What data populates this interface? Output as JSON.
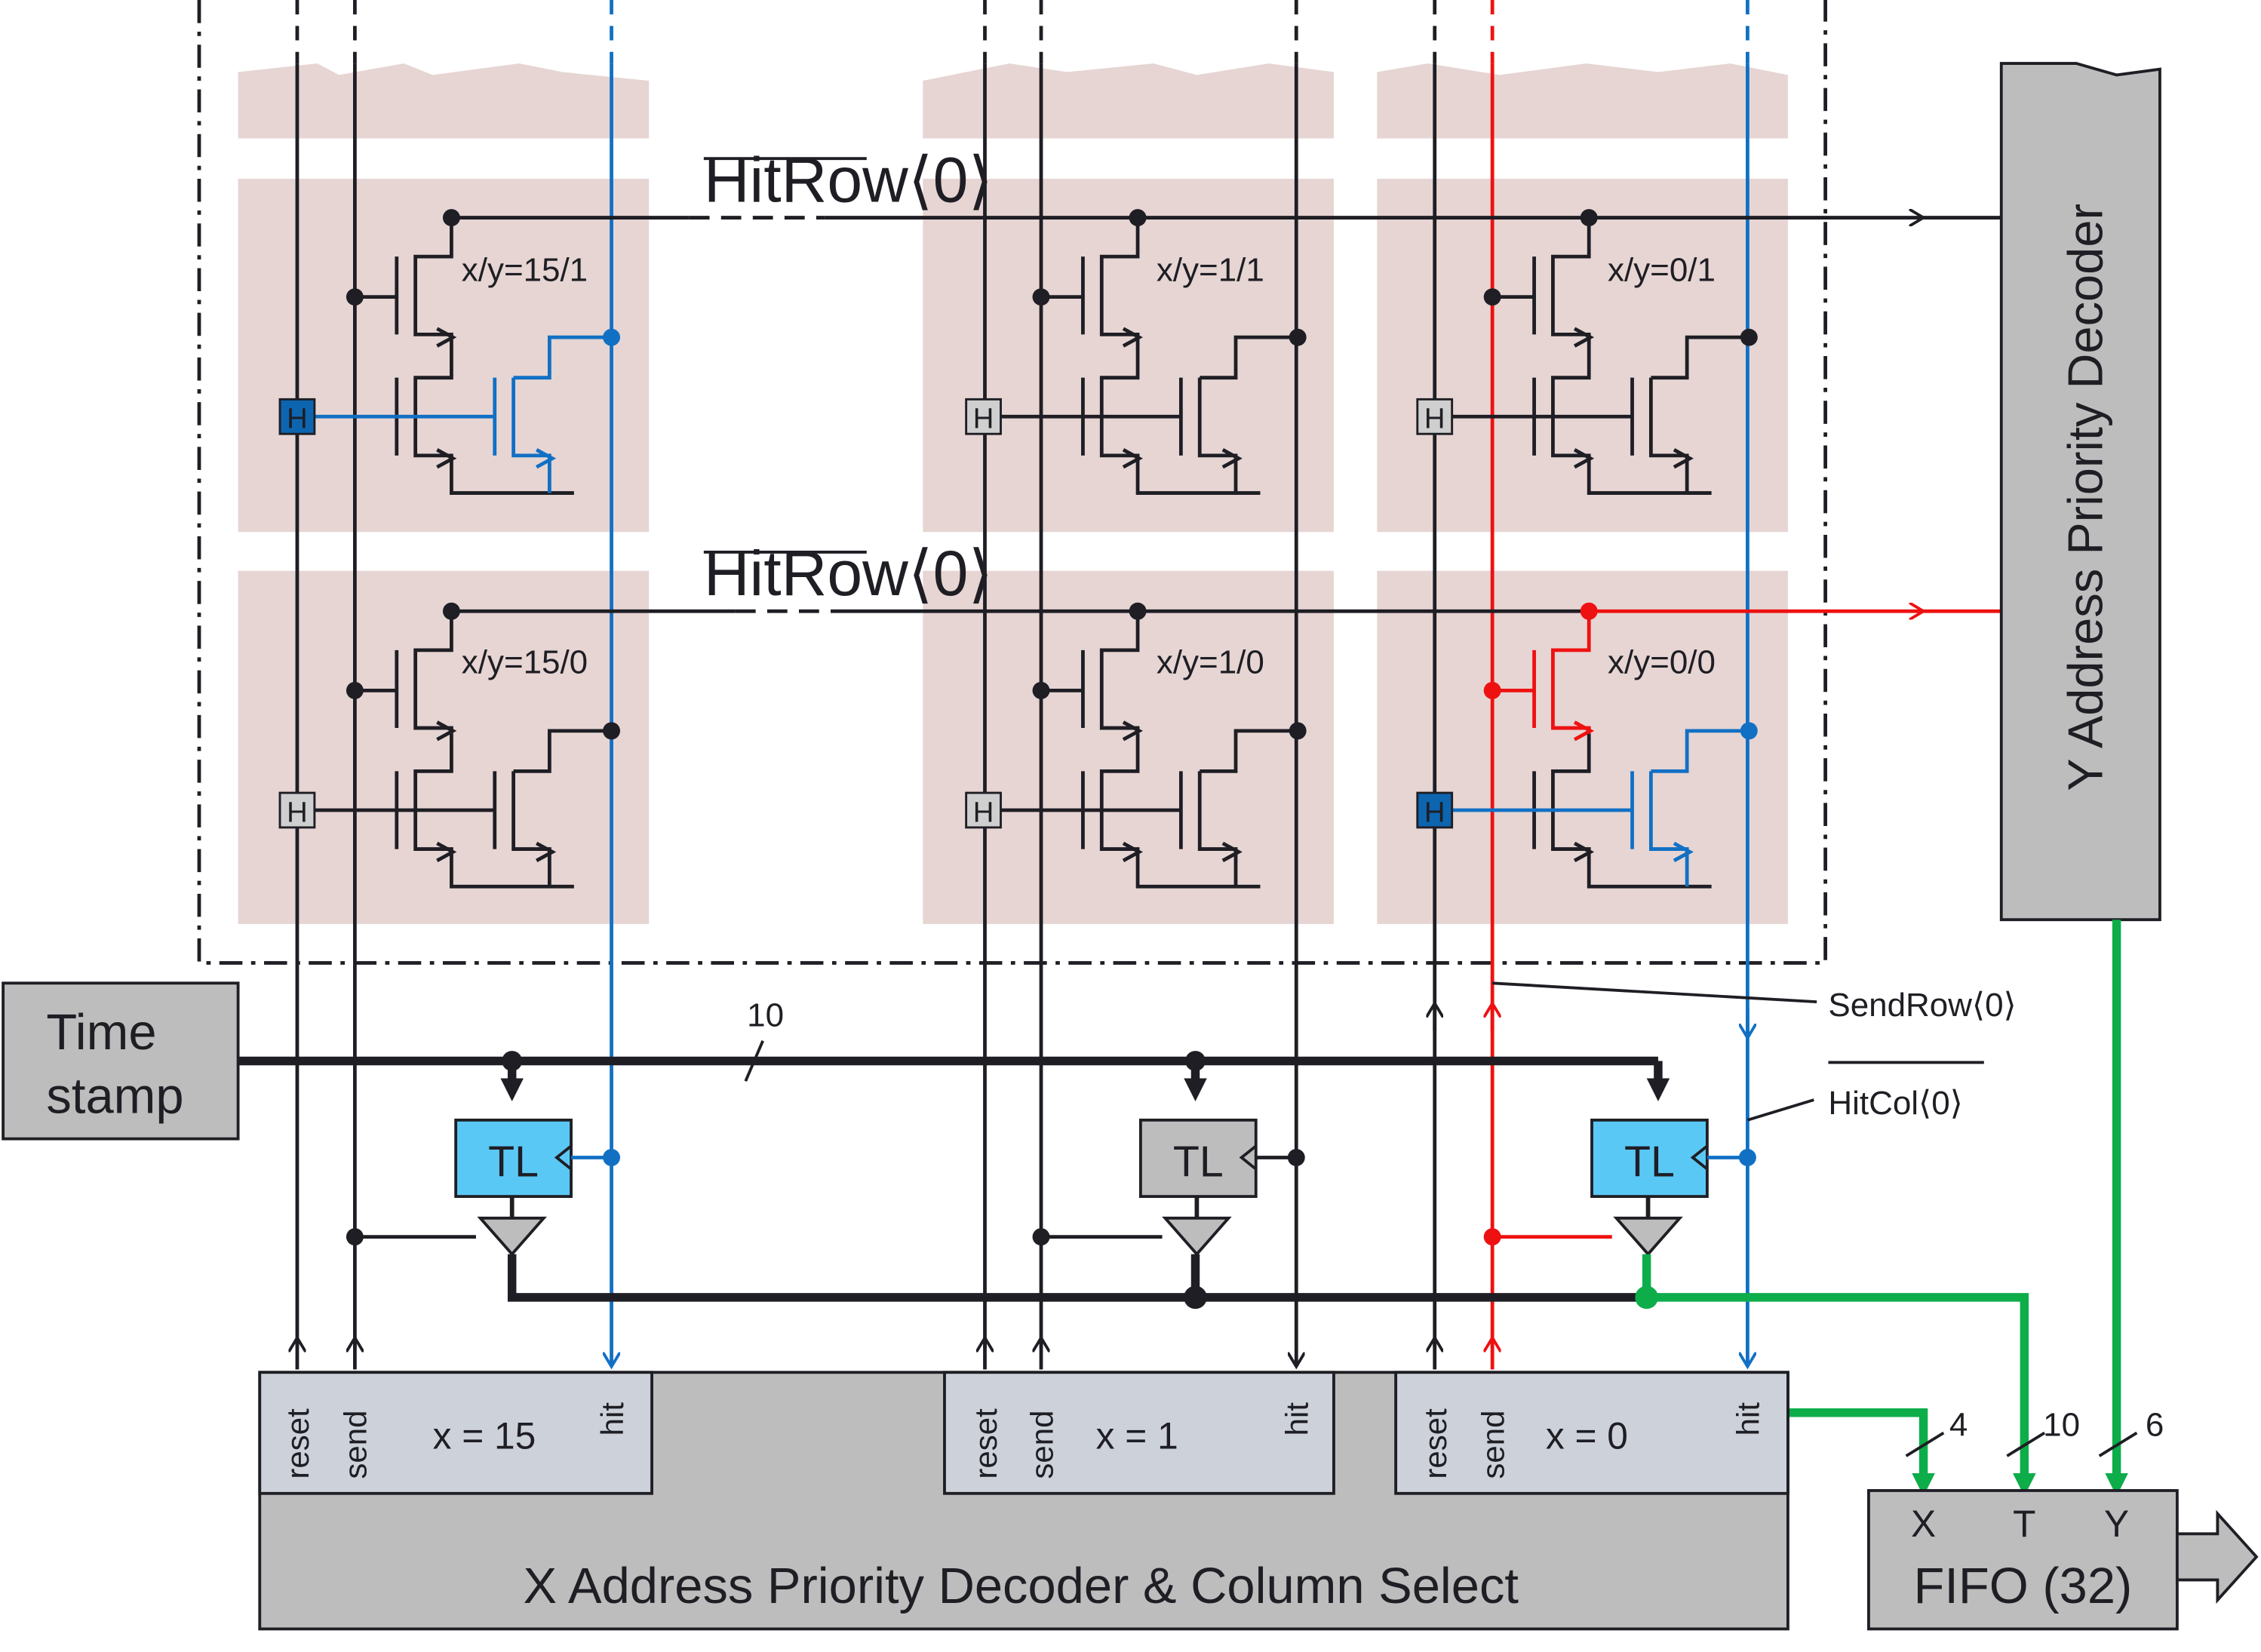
{
  "colors": {
    "wire": "#1e1e24",
    "hit_path": "#1170c4",
    "send_path": "#ee1111",
    "data_path": "#0dad4a",
    "pixel_bg": "#e6d5d3",
    "block_gray": "#bdbdbd",
    "sub_block": "#cdd2da",
    "tl_active": "#5ac8f5",
    "hit_marker_active": "#0d65b0",
    "hit_marker_idle": "#cfcfcf"
  },
  "labels": {
    "hitrow_top": "HitRow⟨0⟩",
    "hitrow_bottom": "HitRow⟨0⟩",
    "sendrow": "SendRow⟨0⟩",
    "hitcol": "HitCol⟨0⟩",
    "bus_width_timestamp": "10"
  },
  "pixels": [
    {
      "label": "x/y=15/1"
    },
    {
      "label": "x/y=1/1"
    },
    {
      "label": "x/y=0/1"
    },
    {
      "label": "x/y=15/0"
    },
    {
      "label": "x/y=1/0"
    },
    {
      "label": "x/y=0/0"
    }
  ],
  "hit_marker": "H",
  "timestamp": {
    "line1": "Time",
    "line2": "stamp"
  },
  "tl_label": "TL",
  "y_decoder": {
    "title": "Y Address Priority Decoder"
  },
  "x_decoder": {
    "title": "X Address Priority Decoder & Column Select"
  },
  "columns": [
    {
      "x_label": "x = 15",
      "reset": "reset",
      "send": "send",
      "hit": "hit"
    },
    {
      "x_label": "x = 1",
      "reset": "reset",
      "send": "send",
      "hit": "hit"
    },
    {
      "x_label": "x = 0",
      "reset": "reset",
      "send": "send",
      "hit": "hit"
    }
  ],
  "fifo": {
    "title": "FIFO (32)",
    "ports": [
      "X",
      "T",
      "Y"
    ],
    "bus_widths": [
      "4",
      "10",
      "6"
    ]
  }
}
